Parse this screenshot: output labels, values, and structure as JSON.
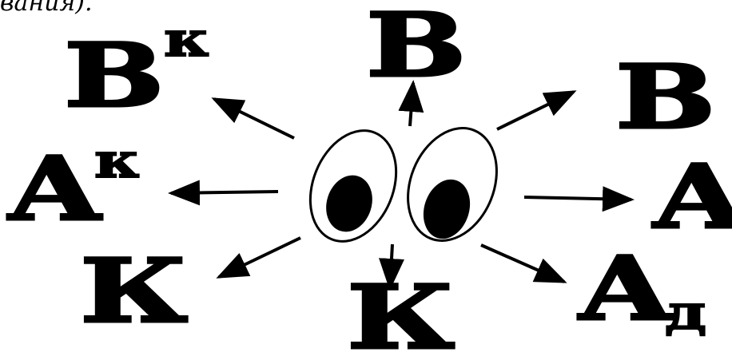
{
  "header_fragment": "вания).",
  "center": {
    "icon": "googly-eyes-icon"
  },
  "labels": {
    "top": "В",
    "top_right": "В",
    "top_left": "В",
    "top_left_sup": "к",
    "left": "А",
    "left_sup": "к",
    "right": "А",
    "bottom_left": "К",
    "bottom": "К",
    "bottom_right": "А",
    "bottom_right_sub": "д"
  },
  "colors": {
    "ink": "#000000",
    "background": "#ffffff"
  }
}
